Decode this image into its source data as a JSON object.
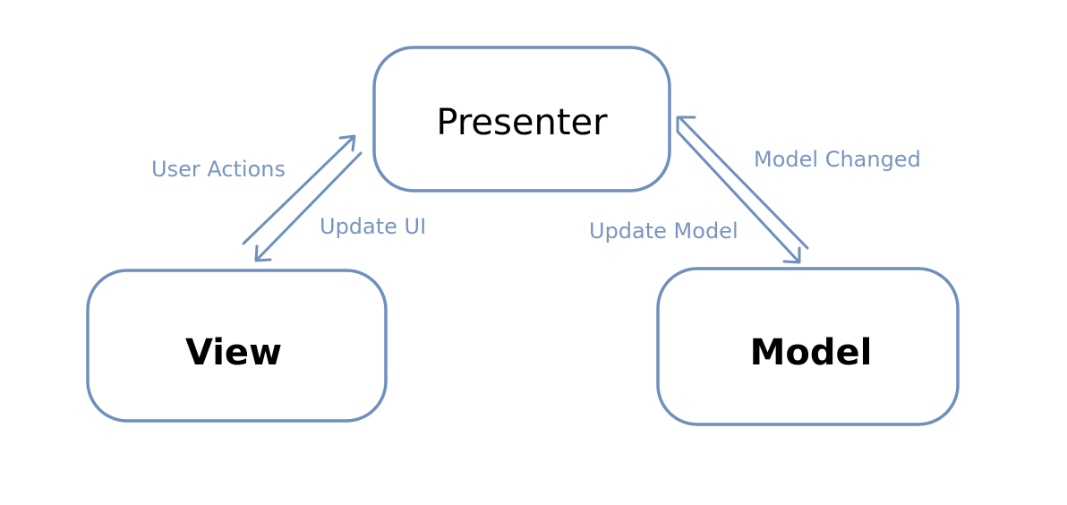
{
  "nodes": {
    "presenter": "Presenter",
    "view": "View",
    "model": "Model"
  },
  "edges": {
    "user_actions": "User Actions",
    "update_ui": "Update UI",
    "update_model": "Update Model",
    "model_changed": "Model Changed"
  },
  "colors": {
    "border": "#6f8fbd",
    "edge_text": "#7895c0",
    "node_text": "#000000"
  }
}
